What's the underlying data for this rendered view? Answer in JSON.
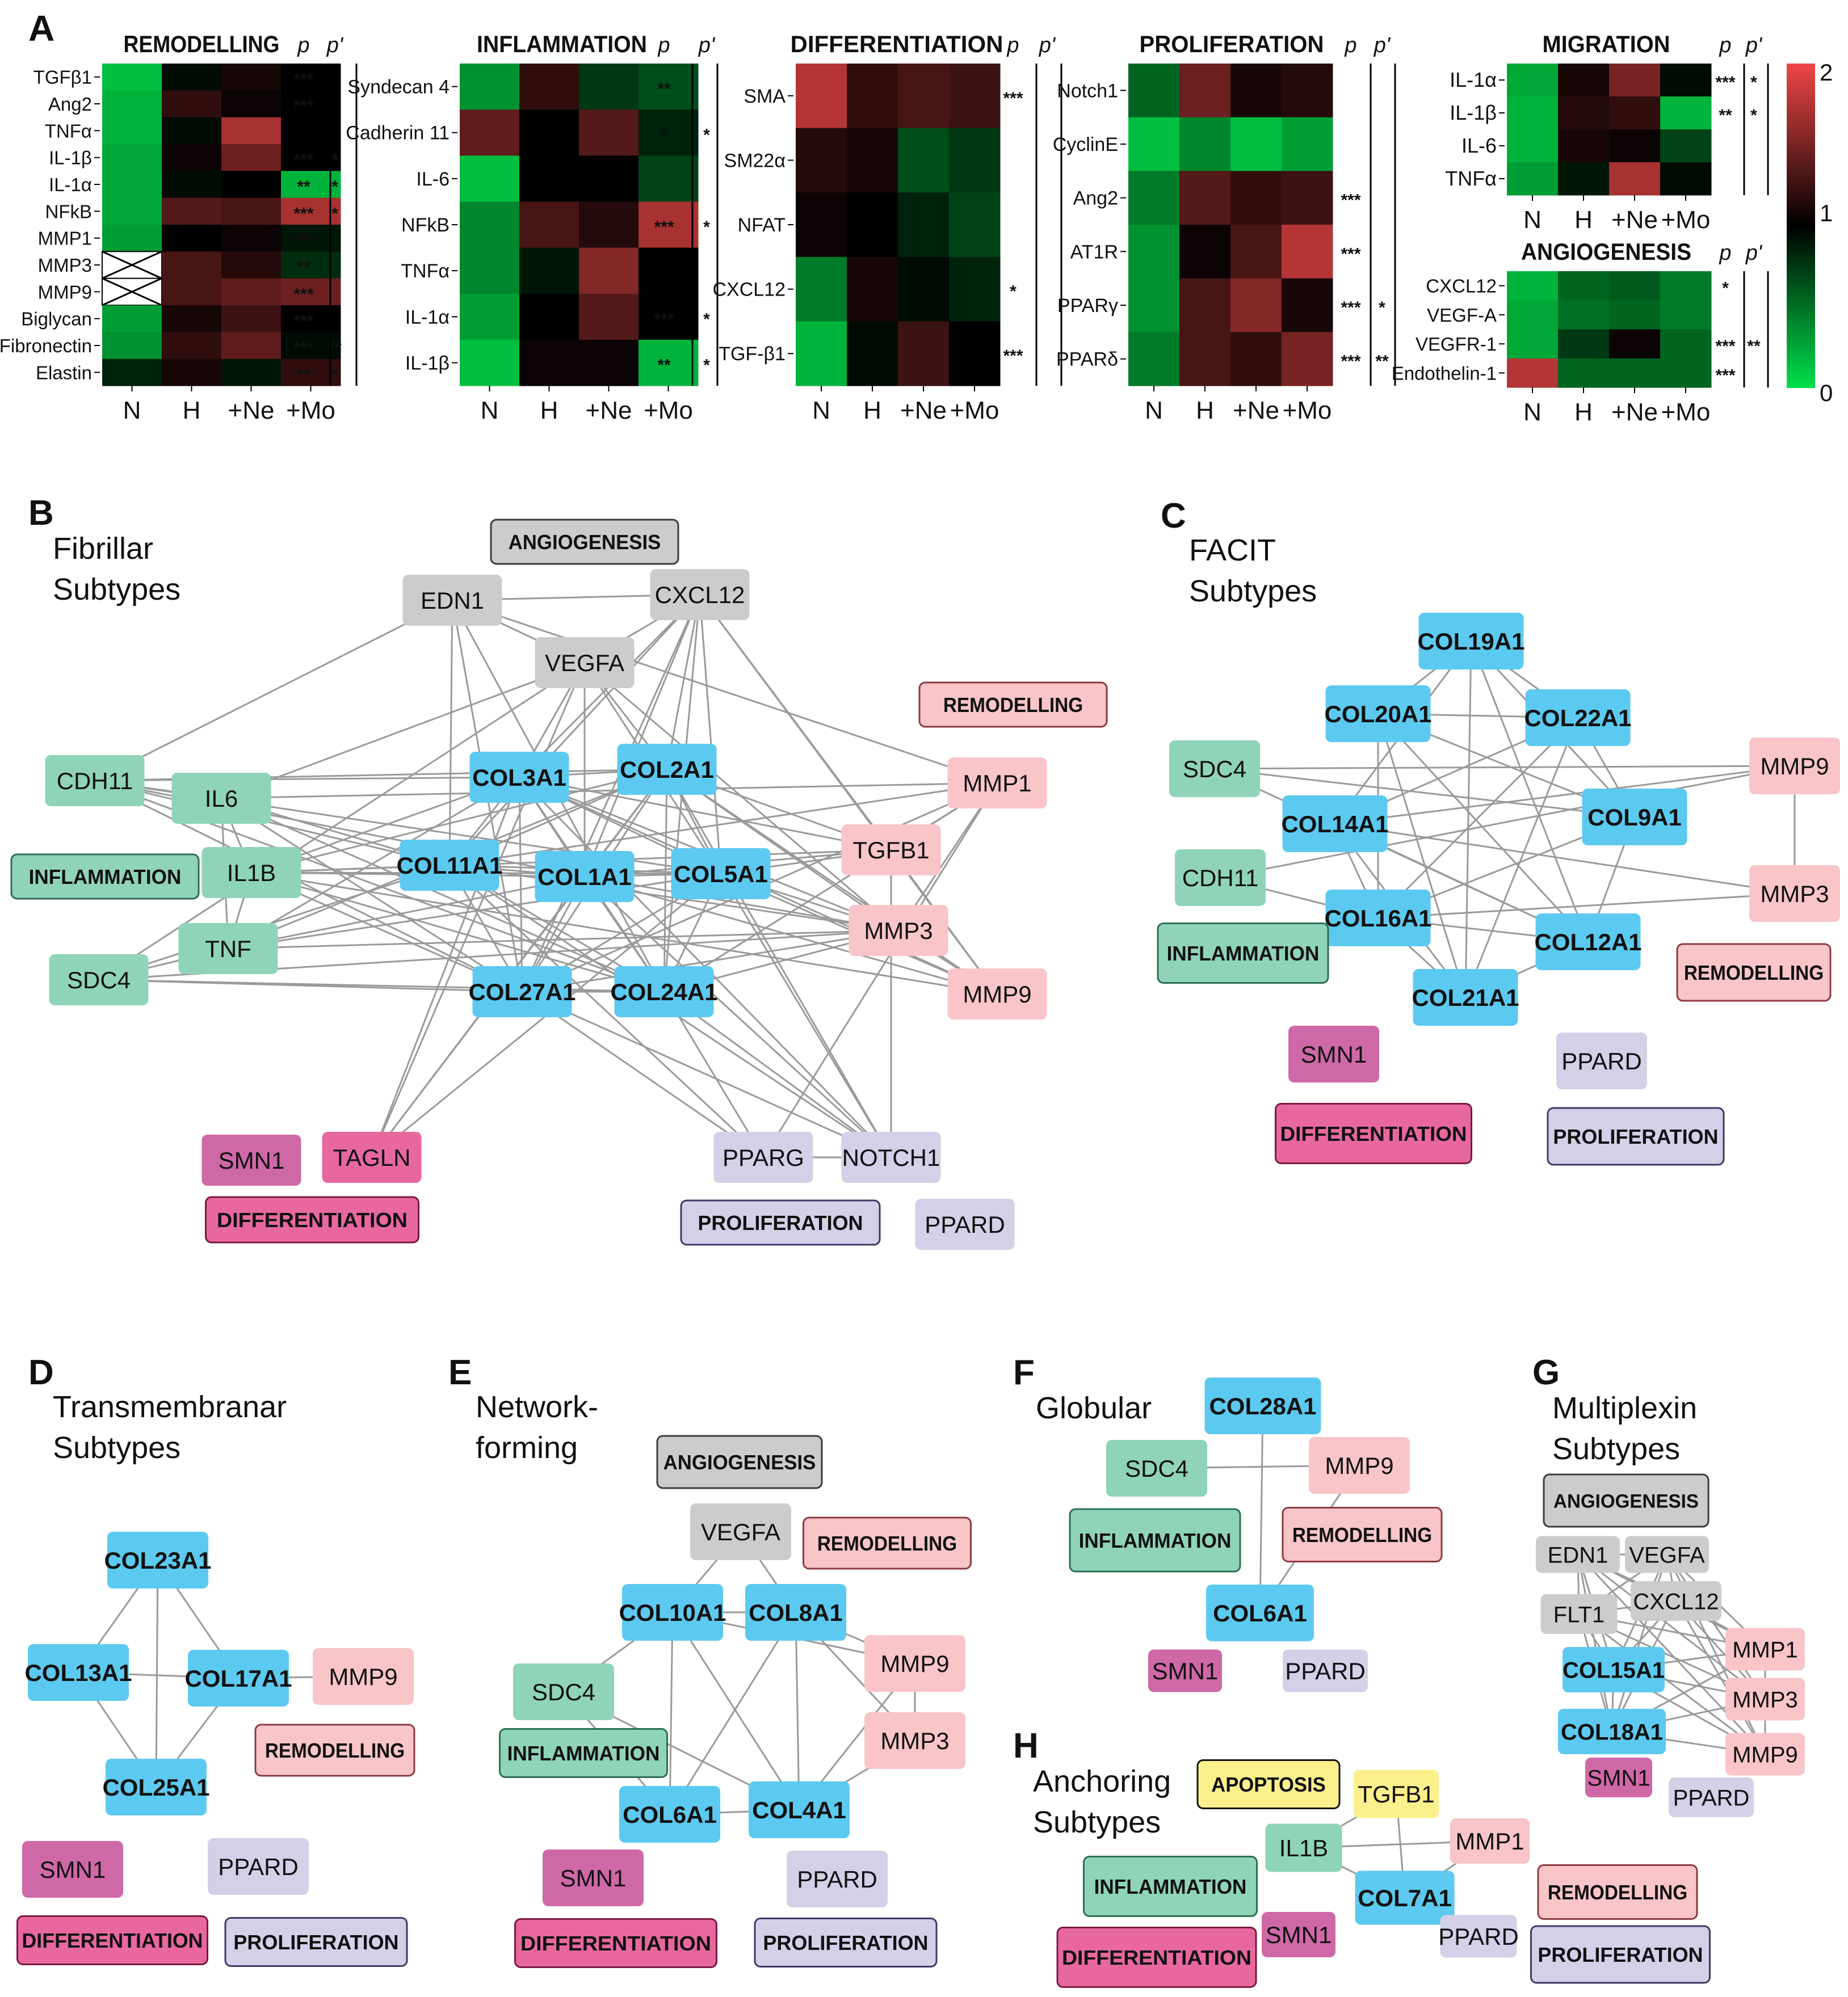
{
  "colors": {
    "collagen": "#5ccaf0",
    "inflammation": "#8fd4b9",
    "remodelling": "#f9c5c8",
    "differentiation": "#e8689e",
    "smn": "#cf68a7",
    "proliferation": "#d3d0e8",
    "angiogenesis": "#cccccc",
    "apoptosis": "#fcf08c",
    "edge": "#9a9a9a",
    "heat_low": "#00e04a",
    "heat_mid": "#000000",
    "heat_high": "#f04646"
  },
  "panel_a": {
    "letter": "A",
    "p_label": "p",
    "p2_label": "p'",
    "conditions": [
      "N",
      "H",
      "+Ne",
      "+Mo"
    ],
    "colorbar_ticks": [
      "2",
      "1",
      "0"
    ],
    "heatmaps": [
      {
        "title": "REMODELLING",
        "rows": [
          "TGFβ1",
          "Ang2",
          "TNFα",
          "IL-1β",
          "IL-1α",
          "NFkB",
          "MMP1",
          "MMP3",
          "MMP9",
          "Biglycan",
          "Fibronectin",
          "Elastin"
        ],
        "values": [
          [
            0.15,
            0.95,
            1.1,
            1.0
          ],
          [
            0.2,
            1.2,
            1.05,
            1.0
          ],
          [
            0.2,
            0.95,
            1.7,
            1.0
          ],
          [
            0.25,
            1.05,
            1.45,
            1.0
          ],
          [
            0.25,
            0.95,
            1.0,
            0.2
          ],
          [
            0.25,
            1.35,
            1.3,
            1.7
          ],
          [
            0.3,
            1.0,
            1.05,
            0.9
          ],
          [
            null,
            1.3,
            1.15,
            0.8
          ],
          [
            null,
            1.3,
            1.4,
            1.45
          ],
          [
            0.3,
            1.1,
            1.25,
            1.0
          ],
          [
            0.35,
            1.2,
            1.4,
            0.95
          ],
          [
            0.85,
            1.1,
            0.9,
            1.2
          ]
        ],
        "p": [
          "***",
          "***",
          "",
          "***",
          "**",
          "***",
          "***",
          "**",
          "***",
          "***",
          "***",
          "**"
        ],
        "p2": [
          "",
          "",
          "",
          "*",
          "*",
          "*",
          "",
          "",
          "",
          "",
          "**",
          "*"
        ]
      },
      {
        "title": "INFLAMMATION",
        "rows": [
          "Syndecan 4",
          "Cadherin 11",
          "IL-6",
          "NFkB",
          "TNFα",
          "IL-1α",
          "IL-1β"
        ],
        "values": [
          [
            0.35,
            1.2,
            0.75,
            0.65
          ],
          [
            1.4,
            1.0,
            1.35,
            0.85
          ],
          [
            0.15,
            1.0,
            1.0,
            0.7
          ],
          [
            0.4,
            1.3,
            1.15,
            1.7
          ],
          [
            0.4,
            0.9,
            1.55,
            1.0
          ],
          [
            0.3,
            1.0,
            1.35,
            1.0
          ],
          [
            0.15,
            1.05,
            1.05,
            0.2
          ]
        ],
        "p": [
          "**",
          "*",
          "",
          "***",
          "",
          "***",
          "**"
        ],
        "p2": [
          "",
          "*",
          "",
          "*",
          "",
          "*",
          "*"
        ]
      },
      {
        "title": "DIFFERENTIATION",
        "rows": [
          "SMA",
          "SM22α",
          "NFAT",
          "CXCL12",
          "TGF-β1"
        ],
        "values": [
          [
            1.75,
            1.2,
            1.3,
            1.25
          ],
          [
            1.15,
            1.1,
            0.65,
            0.75
          ],
          [
            1.05,
            1.0,
            0.85,
            0.7
          ],
          [
            0.45,
            1.1,
            0.95,
            0.85
          ],
          [
            0.2,
            0.95,
            1.25,
            1.0
          ]
        ],
        "p": [
          "***",
          "",
          "",
          "*",
          "***"
        ],
        "p2": [
          "",
          "",
          "",
          "",
          ""
        ]
      },
      {
        "title": "PROLIFERATION",
        "rows": [
          "Notch1",
          "CyclinE",
          "Ang2",
          "AT1R",
          "PPARγ",
          "PPARδ"
        ],
        "values": [
          [
            0.55,
            1.45,
            1.1,
            1.15
          ],
          [
            0.15,
            0.4,
            0.15,
            0.3
          ],
          [
            0.45,
            1.35,
            1.2,
            1.25
          ],
          [
            0.35,
            1.05,
            1.3,
            1.75
          ],
          [
            0.35,
            1.3,
            1.55,
            1.1
          ],
          [
            0.45,
            1.3,
            1.2,
            1.5
          ]
        ],
        "p": [
          "",
          "",
          "***",
          "***",
          "***",
          "***"
        ],
        "p2": [
          "",
          "",
          "",
          "",
          "*",
          "**"
        ]
      },
      {
        "title": "MIGRATION",
        "rows": [
          "IL-1α",
          "IL-1β",
          "IL-6",
          "TNFα"
        ],
        "values": [
          [
            0.25,
            1.1,
            1.5,
            0.95
          ],
          [
            0.2,
            1.15,
            1.2,
            0.2
          ],
          [
            0.2,
            1.1,
            1.05,
            0.7
          ],
          [
            0.3,
            0.9,
            1.7,
            0.95
          ]
        ],
        "p": [
          "***",
          "**",
          "",
          ""
        ],
        "p2": [
          "*",
          "*",
          "",
          ""
        ]
      },
      {
        "title": "ANGIOGENESIS",
        "rows": [
          "CXCL12",
          "VEGF-A",
          "VEGFR-1",
          "Endothelin-1"
        ],
        "values": [
          [
            0.2,
            0.55,
            0.6,
            0.45
          ],
          [
            0.25,
            0.5,
            0.55,
            0.45
          ],
          [
            0.25,
            0.75,
            1.05,
            0.55
          ],
          [
            1.75,
            0.55,
            0.55,
            0.55
          ]
        ],
        "p": [
          "*",
          "",
          "***",
          "***"
        ],
        "p2": [
          "",
          "",
          "**",
          ""
        ]
      }
    ]
  },
  "panel_b": {
    "letter": "B",
    "title": "Fibrillar",
    "subtitle": "Subtypes",
    "nodes": [
      {
        "id": "ANGIOGENESIS",
        "label": "ANGIOGENESIS",
        "cat": "angiogenesis",
        "group": true
      },
      {
        "id": "EDN1",
        "label": "EDN1",
        "cat": "angiogenesis"
      },
      {
        "id": "CXCL12",
        "label": "CXCL12",
        "cat": "angiogenesis"
      },
      {
        "id": "VEGFA",
        "label": "VEGFA",
        "cat": "angiogenesis"
      },
      {
        "id": "REMODELLING",
        "label": "REMODELLING",
        "cat": "remodelling",
        "group": true
      },
      {
        "id": "MMP1",
        "label": "MMP1",
        "cat": "remodelling"
      },
      {
        "id": "TGFB1",
        "label": "TGFB1",
        "cat": "remodelling"
      },
      {
        "id": "MMP3",
        "label": "MMP3",
        "cat": "remodelling"
      },
      {
        "id": "MMP9",
        "label": "MMP9",
        "cat": "remodelling"
      },
      {
        "id": "CDH11",
        "label": "CDH11",
        "cat": "inflammation"
      },
      {
        "id": "IL6",
        "label": "IL6",
        "cat": "inflammation"
      },
      {
        "id": "INFLAMMATION",
        "label": "INFLAMMATION",
        "cat": "inflammation",
        "group": true
      },
      {
        "id": "IL1B",
        "label": "IL1B",
        "cat": "inflammation"
      },
      {
        "id": "TNF",
        "label": "TNF",
        "cat": "inflammation"
      },
      {
        "id": "SDC4",
        "label": "SDC4",
        "cat": "inflammation"
      },
      {
        "id": "COL3A1",
        "label": "COL3A1",
        "cat": "collagen"
      },
      {
        "id": "COL2A1",
        "label": "COL2A1",
        "cat": "collagen"
      },
      {
        "id": "COL11A1",
        "label": "COL11A1",
        "cat": "collagen"
      },
      {
        "id": "COL1A1",
        "label": "COL1A1",
        "cat": "collagen"
      },
      {
        "id": "COL5A1",
        "label": "COL5A1",
        "cat": "collagen"
      },
      {
        "id": "COL27A1",
        "label": "COL27A1",
        "cat": "collagen"
      },
      {
        "id": "COL24A1",
        "label": "COL24A1",
        "cat": "collagen"
      },
      {
        "id": "SMN1",
        "label": "SMN1",
        "cat": "smn"
      },
      {
        "id": "TAGLN",
        "label": "TAGLN",
        "cat": "differentiation"
      },
      {
        "id": "DIFFERENTIATION",
        "label": "DIFFERENTIATION",
        "cat": "differentiation",
        "group": true
      },
      {
        "id": "PPARG",
        "label": "PPARG",
        "cat": "proliferation"
      },
      {
        "id": "NOTCH1",
        "label": "NOTCH1",
        "cat": "proliferation"
      },
      {
        "id": "PROLIFERATION",
        "label": "PROLIFERATION",
        "cat": "proliferation",
        "group": true
      },
      {
        "id": "PPARD",
        "label": "PPARD",
        "cat": "proliferation"
      }
    ]
  },
  "panel_c": {
    "letter": "C",
    "title": "FACIT",
    "subtitle": "Subtypes",
    "nodes": [
      {
        "id": "COL19A1",
        "label": "COL19A1",
        "cat": "collagen"
      },
      {
        "id": "COL20A1",
        "label": "COL20A1",
        "cat": "collagen"
      },
      {
        "id": "COL22A1",
        "label": "COL22A1",
        "cat": "collagen"
      },
      {
        "id": "SDC4",
        "label": "SDC4",
        "cat": "inflammation"
      },
      {
        "id": "MMP9",
        "label": "MMP9",
        "cat": "remodelling"
      },
      {
        "id": "COL14A1",
        "label": "COL14A1",
        "cat": "collagen"
      },
      {
        "id": "COL9A1",
        "label": "COL9A1",
        "cat": "collagen"
      },
      {
        "id": "CDH11",
        "label": "CDH11",
        "cat": "inflammation"
      },
      {
        "id": "MMP3",
        "label": "MMP3",
        "cat": "remodelling"
      },
      {
        "id": "COL16A1",
        "label": "COL16A1",
        "cat": "collagen"
      },
      {
        "id": "INFLAMMATION",
        "label": "INFLAMMATION",
        "cat": "inflammation",
        "group": true
      },
      {
        "id": "COL12A1",
        "label": "COL12A1",
        "cat": "collagen"
      },
      {
        "id": "REMODELLING",
        "label": "REMODELLING",
        "cat": "remodelling",
        "group": true
      },
      {
        "id": "COL21A1",
        "label": "COL21A1",
        "cat": "collagen"
      },
      {
        "id": "SMN1",
        "label": "SMN1",
        "cat": "smn"
      },
      {
        "id": "PPARD",
        "label": "PPARD",
        "cat": "proliferation"
      },
      {
        "id": "DIFFERENTIATION",
        "label": "DIFFERENTIATION",
        "cat": "differentiation",
        "group": true
      },
      {
        "id": "PROLIFERATION",
        "label": "PROLIFERATION",
        "cat": "proliferation",
        "group": true
      }
    ]
  },
  "panel_d": {
    "letter": "D",
    "title": "Transmembranar",
    "subtitle": "Subtypes",
    "nodes": [
      {
        "id": "COL23A1",
        "label": "COL23A1",
        "cat": "collagen"
      },
      {
        "id": "COL13A1",
        "label": "COL13A1",
        "cat": "collagen"
      },
      {
        "id": "COL17A1",
        "label": "COL17A1",
        "cat": "collagen"
      },
      {
        "id": "MMP9",
        "label": "MMP9",
        "cat": "remodelling"
      },
      {
        "id": "REMODELLING",
        "label": "REMODELLING",
        "cat": "remodelling",
        "group": true
      },
      {
        "id": "COL25A1",
        "label": "COL25A1",
        "cat": "collagen"
      },
      {
        "id": "SMN1",
        "label": "SMN1",
        "cat": "smn"
      },
      {
        "id": "PPARD",
        "label": "PPARD",
        "cat": "proliferation"
      },
      {
        "id": "DIFFERENTIATION",
        "label": "DIFFERENTIATION",
        "cat": "differentiation",
        "group": true
      },
      {
        "id": "PROLIFERATION",
        "label": "PROLIFERATION",
        "cat": "proliferation",
        "group": true
      }
    ]
  },
  "panel_e": {
    "letter": "E",
    "title": "Network-",
    "subtitle": "forming",
    "nodes": [
      {
        "id": "ANGIOGENESIS",
        "label": "ANGIOGENESIS",
        "cat": "angiogenesis",
        "group": true
      },
      {
        "id": "VEGFA",
        "label": "VEGFA",
        "cat": "angiogenesis"
      },
      {
        "id": "REMODELLING",
        "label": "REMODELLING",
        "cat": "remodelling",
        "group": true
      },
      {
        "id": "COL10A1",
        "label": "COL10A1",
        "cat": "collagen"
      },
      {
        "id": "COL8A1",
        "label": "COL8A1",
        "cat": "collagen"
      },
      {
        "id": "MMP9",
        "label": "MMP9",
        "cat": "remodelling"
      },
      {
        "id": "SDC4",
        "label": "SDC4",
        "cat": "inflammation"
      },
      {
        "id": "MMP3",
        "label": "MMP3",
        "cat": "remodelling"
      },
      {
        "id": "INFLAMMATION",
        "label": "INFLAMMATION",
        "cat": "inflammation",
        "group": true
      },
      {
        "id": "COL6A1",
        "label": "COL6A1",
        "cat": "collagen"
      },
      {
        "id": "COL4A1",
        "label": "COL4A1",
        "cat": "collagen"
      },
      {
        "id": "SMN1",
        "label": "SMN1",
        "cat": "smn"
      },
      {
        "id": "PPARD",
        "label": "PPARD",
        "cat": "proliferation"
      },
      {
        "id": "DIFFERENTIATION",
        "label": "DIFFERENTIATION",
        "cat": "differentiation",
        "group": true
      },
      {
        "id": "PROLIFERATION",
        "label": "PROLIFERATION",
        "cat": "proliferation",
        "group": true
      }
    ]
  },
  "panel_f": {
    "letter": "F",
    "title": "Globular",
    "nodes": [
      {
        "id": "COL28A1",
        "label": "COL28A1",
        "cat": "collagen"
      },
      {
        "id": "SDC4",
        "label": "SDC4",
        "cat": "inflammation"
      },
      {
        "id": "MMP9",
        "label": "MMP9",
        "cat": "remodelling"
      },
      {
        "id": "INFLAMMATION",
        "label": "INFLAMMATION",
        "cat": "inflammation",
        "group": true
      },
      {
        "id": "REMODELLING",
        "label": "REMODELLING",
        "cat": "remodelling",
        "group": true
      },
      {
        "id": "COL6A1",
        "label": "COL6A1",
        "cat": "collagen"
      },
      {
        "id": "SMN1",
        "label": "SMN1",
        "cat": "smn"
      },
      {
        "id": "PPARD",
        "label": "PPARD",
        "cat": "proliferation"
      }
    ]
  },
  "panel_g": {
    "letter": "G",
    "title": "Multiplexin",
    "subtitle": "Subtypes",
    "nodes": [
      {
        "id": "ANGIOGENESIS",
        "label": "ANGIOGENESIS",
        "cat": "angiogenesis",
        "group": true
      },
      {
        "id": "EDN1",
        "label": "EDN1",
        "cat": "angiogenesis"
      },
      {
        "id": "VEGFA",
        "label": "VEGFA",
        "cat": "angiogenesis"
      },
      {
        "id": "FLT1",
        "label": "FLT1",
        "cat": "angiogenesis"
      },
      {
        "id": "CXCL12",
        "label": "CXCL12",
        "cat": "angiogenesis"
      },
      {
        "id": "COL15A1",
        "label": "COL15A1",
        "cat": "collagen"
      },
      {
        "id": "MMP1",
        "label": "MMP1",
        "cat": "remodelling"
      },
      {
        "id": "MMP3",
        "label": "MMP3",
        "cat": "remodelling"
      },
      {
        "id": "COL18A1",
        "label": "COL18A1",
        "cat": "collagen"
      },
      {
        "id": "MMP9",
        "label": "MMP9",
        "cat": "remodelling"
      },
      {
        "id": "SMN1",
        "label": "SMN1",
        "cat": "smn"
      },
      {
        "id": "PPARD",
        "label": "PPARD",
        "cat": "proliferation"
      }
    ]
  },
  "panel_h": {
    "letter": "H",
    "title": "Anchoring",
    "subtitle": "Subtypes",
    "nodes": [
      {
        "id": "APOPTOSIS",
        "label": "APOPTOSIS",
        "cat": "apoptosis",
        "group": true
      },
      {
        "id": "TGFB1",
        "label": "TGFB1",
        "cat": "apoptosis"
      },
      {
        "id": "IL1B",
        "label": "IL1B",
        "cat": "inflammation"
      },
      {
        "id": "MMP1",
        "label": "MMP1",
        "cat": "remodelling"
      },
      {
        "id": "INFLAMMATION",
        "label": "INFLAMMATION",
        "cat": "inflammation",
        "group": true
      },
      {
        "id": "COL7A1",
        "label": "COL7A1",
        "cat": "collagen"
      },
      {
        "id": "REMODELLING",
        "label": "REMODELLING",
        "cat": "remodelling",
        "group": true
      },
      {
        "id": "SMN1",
        "label": "SMN1",
        "cat": "smn"
      },
      {
        "id": "PPARD",
        "label": "PPARD",
        "cat": "proliferation"
      },
      {
        "id": "DIFFERENTIATION",
        "label": "DIFFERENTIATION",
        "cat": "differentiation",
        "group": true
      },
      {
        "id": "PROLIFERATION",
        "label": "PROLIFERATION",
        "cat": "proliferation",
        "group": true
      }
    ]
  }
}
